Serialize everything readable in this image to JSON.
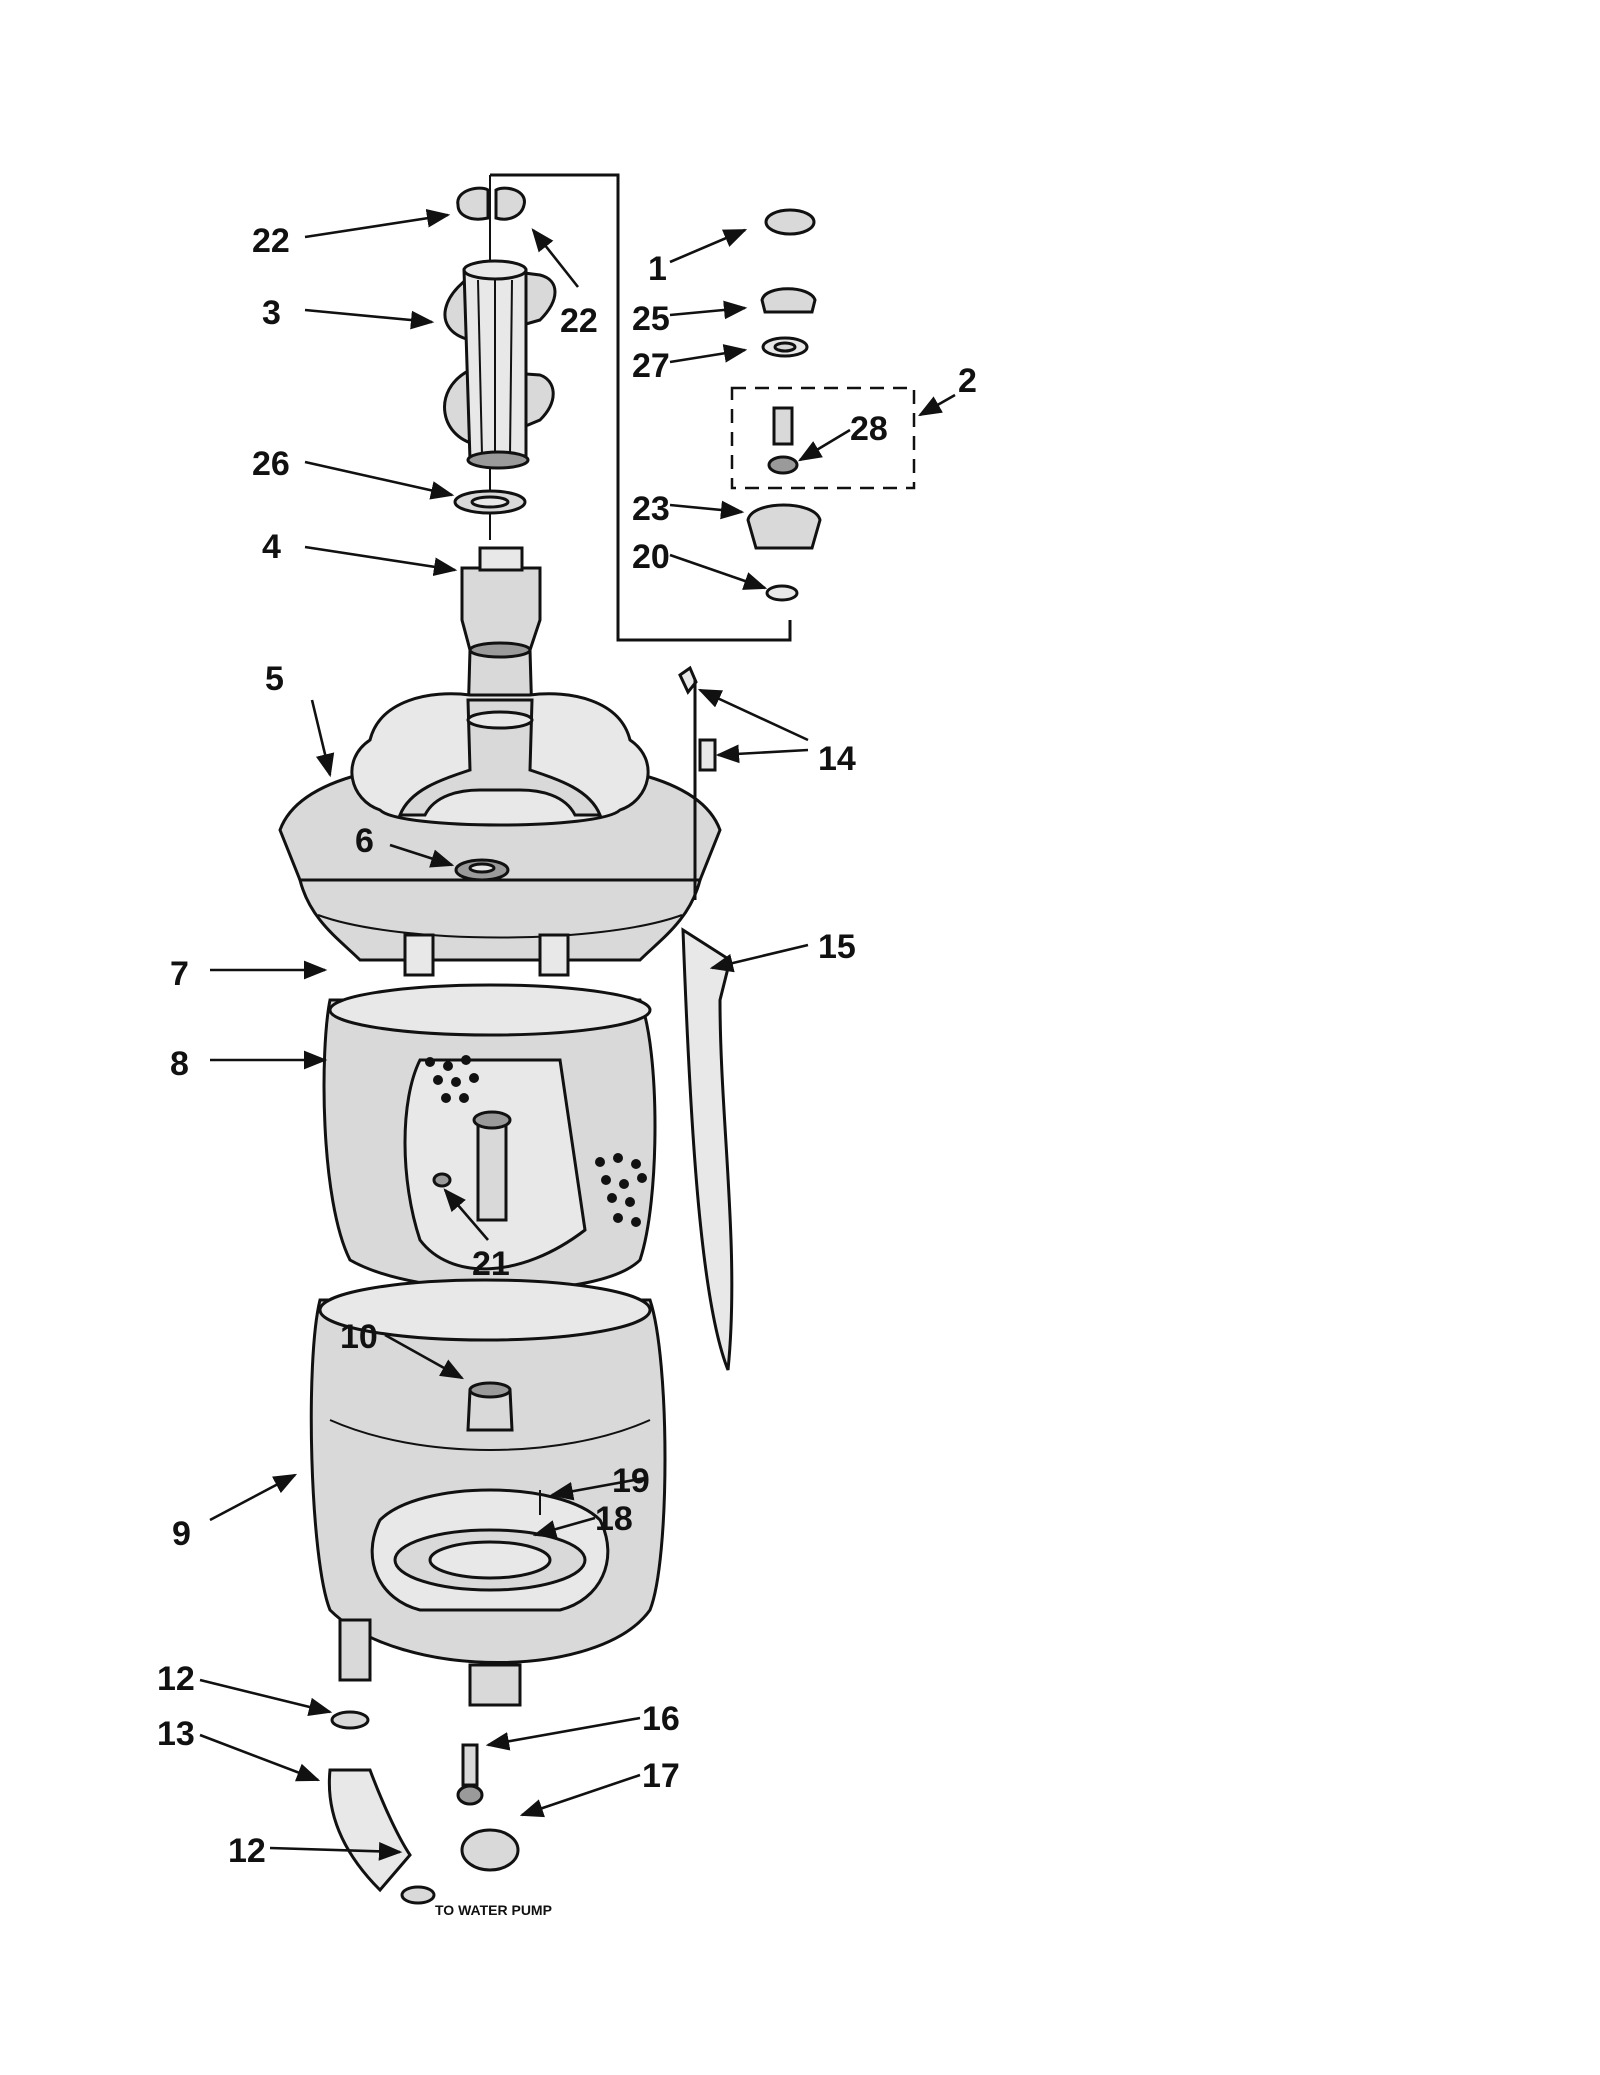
{
  "callouts": {
    "c1": "1",
    "c2": "2",
    "c3": "3",
    "c4": "4",
    "c5": "5",
    "c6": "6",
    "c7": "7",
    "c8": "8",
    "c9": "9",
    "c10": "10",
    "c12a": "12",
    "c12b": "12",
    "c13": "13",
    "c14": "14",
    "c15": "15",
    "c16": "16",
    "c17": "17",
    "c18": "18",
    "c19": "19",
    "c20": "20",
    "c21": "21",
    "c22a": "22",
    "c22b": "22",
    "c23": "23",
    "c25": "25",
    "c26": "26",
    "c27": "27",
    "c28": "28"
  },
  "notes": {
    "to_water_pump": "TO WATER PUMP"
  }
}
